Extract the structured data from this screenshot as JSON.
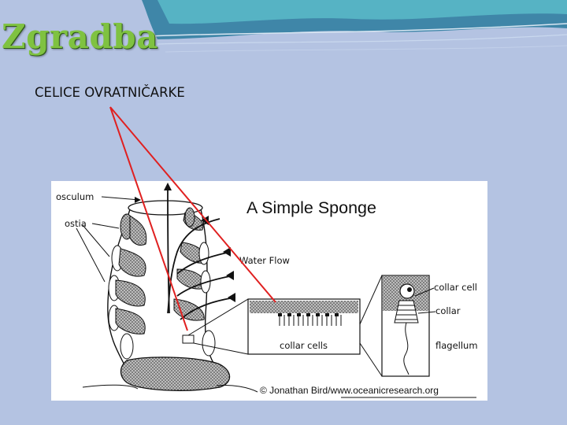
{
  "slide": {
    "title": "Zgradba",
    "subtitle": "CELICE OVRATNIČARKE",
    "colors": {
      "background": "#b4c3e2",
      "title_green": "#7fc241",
      "pointer_red": "#e02020"
    }
  },
  "figure": {
    "title": "A Simple Sponge",
    "labels": {
      "osculum": "osculum",
      "ostia": "ostia",
      "water_flow": "Water Flow",
      "collar_cell": "collar cell",
      "collar": "collar",
      "collar_cells": "collar cells",
      "flagellum": "flagellum"
    },
    "credit": "© Jonathan Bird/www.oceanicresearch.org"
  }
}
